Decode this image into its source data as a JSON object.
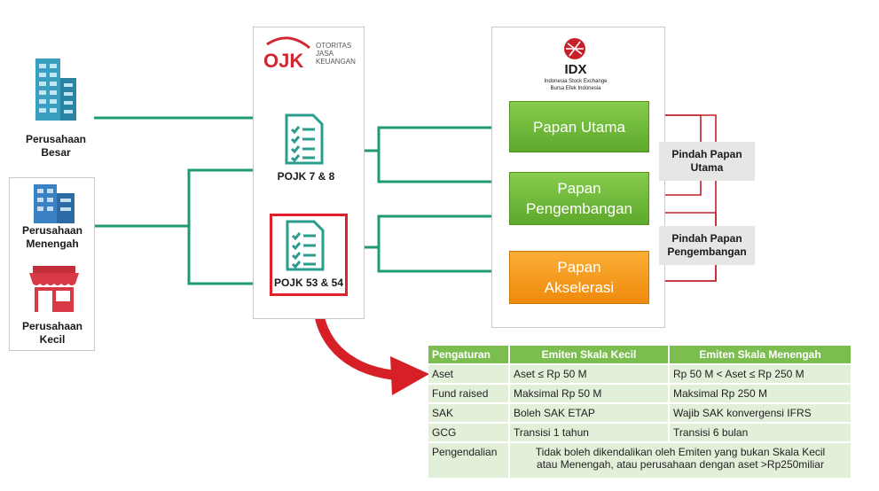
{
  "companies": {
    "besar": "Perusahaan Besar",
    "menengah": "Perusahaan Menengah",
    "kecil": "Perusahaan Kecil"
  },
  "ojk": {
    "logo_text": "OJK",
    "name_lines": [
      "OTORITAS",
      "JASA",
      "KEUANGAN"
    ],
    "pojk_1": "POJK 7 & 8",
    "pojk_2": "POJK 53 & 54"
  },
  "idx": {
    "logo_text": "IDX",
    "sub1": "Indonesia Stock Exchange",
    "sub2": "Bursa Efek Indonesia",
    "boards": {
      "utama": "Papan Utama",
      "pengembangan_1": "Papan",
      "pengembangan_2": "Pengembangan",
      "akselerasi_1": "Papan",
      "akselerasi_2": "Akselerasi"
    }
  },
  "transfers": {
    "utama_1": "Pindah Papan",
    "utama_2": "Utama",
    "pengembangan_1": "Pindah Papan",
    "pengembangan_2": "Pengembangan"
  },
  "table": {
    "headers": [
      "Pengaturan",
      "Emiten Skala Kecil",
      "Emiten Skala Menengah"
    ],
    "rows": [
      [
        "Aset",
        "Aset ≤ Rp 50 M",
        "Rp 50 M < Aset ≤ Rp 250 M"
      ],
      [
        "Fund raised",
        "Maksimal Rp 50 M",
        "Maksimal Rp 250 M"
      ],
      [
        "SAK",
        "Boleh SAK ETAP",
        "Wajib SAK konvergensi IFRS"
      ],
      [
        "GCG",
        "Transisi 1 tahun",
        "Transisi 6 bulan"
      ]
    ],
    "last_row": {
      "label": "Pengendalian",
      "line1": "Tidak boleh dikendalikan oleh Emiten yang bukan Skala Kecil",
      "line2": "atau Menengah, atau perusahaan dengan aset >Rp250miliar"
    }
  },
  "colors": {
    "arrow_green": "#1f9a72",
    "arrow_red": "#c0212a",
    "board_green": "#6db33f",
    "board_orange": "#f39a1b",
    "table_header": "#7cbd4f",
    "table_row": "#e2efd9"
  }
}
